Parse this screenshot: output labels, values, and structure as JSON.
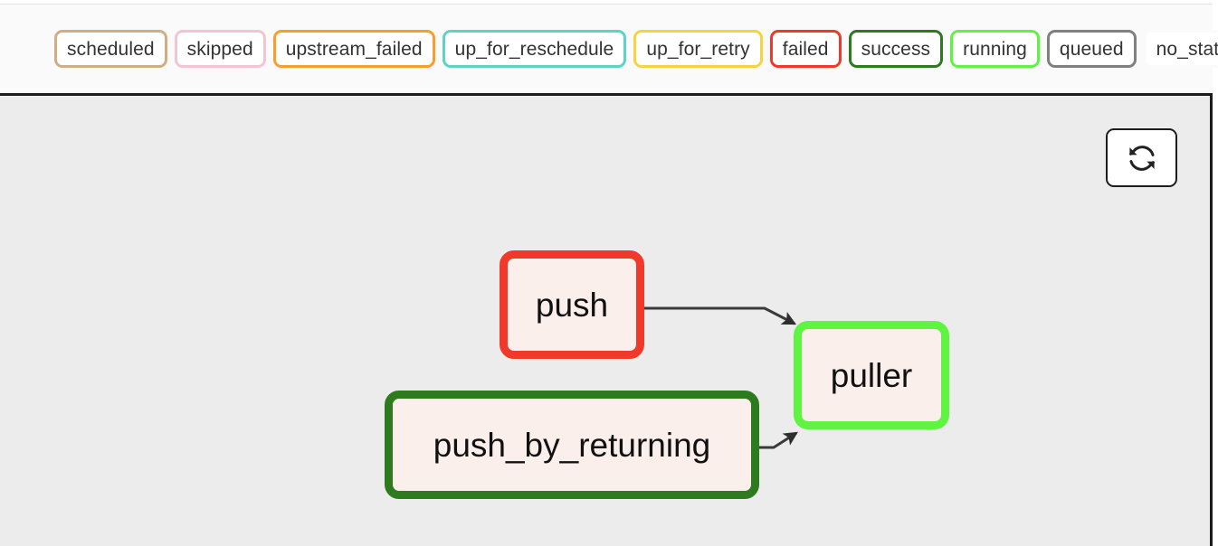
{
  "colors": {
    "canvas_background": "#ececec",
    "legend_background": "#fafafa",
    "node_fill": "#fbefeb",
    "edge_stroke": "#3a3a3a",
    "canvas_border": "#1c1c1c"
  },
  "legend": {
    "name": "task-status-legend",
    "items": [
      {
        "label": "scheduled",
        "color": "#cfae83",
        "text_color": "#333333",
        "fill": "#ffffff"
      },
      {
        "label": "skipped",
        "color": "#f5c4d2",
        "text_color": "#333333",
        "fill": "#ffffff"
      },
      {
        "label": "upstream_failed",
        "color": "#f5a02e",
        "text_color": "#333333",
        "fill": "#ffffff"
      },
      {
        "label": "up_for_reschedule",
        "color": "#5bd4c0",
        "text_color": "#333333",
        "fill": "#ffffff"
      },
      {
        "label": "up_for_retry",
        "color": "#f5d442",
        "text_color": "#333333",
        "fill": "#ffffff"
      },
      {
        "label": "failed",
        "color": "#f0392a",
        "text_color": "#333333",
        "fill": "#ffffff"
      },
      {
        "label": "success",
        "color": "#2d7a1f",
        "text_color": "#333333",
        "fill": "#ffffff"
      },
      {
        "label": "running",
        "color": "#60f442",
        "text_color": "#333333",
        "fill": "#ffffff"
      },
      {
        "label": "queued",
        "color": "#808080",
        "text_color": "#333333",
        "fill": "#ffffff"
      },
      {
        "label": "no_status",
        "color": "#fbfbfb",
        "text_color": "#333333",
        "fill": "#ffffff"
      }
    ]
  },
  "toolbar": {
    "refresh_button": {
      "icon": "refresh-icon",
      "label": ""
    }
  },
  "graph": {
    "nodes": [
      {
        "id": "push",
        "label": "push",
        "status": "failed",
        "border_color": "#f0392a",
        "fill": "#fbefeb"
      },
      {
        "id": "push_by_returning",
        "label": "push_by_returning",
        "status": "success",
        "border_color": "#2d7a1f",
        "fill": "#fbefeb"
      },
      {
        "id": "puller",
        "label": "puller",
        "status": "running",
        "border_color": "#60f442",
        "fill": "#fbefeb"
      }
    ],
    "edges": [
      {
        "from": "push",
        "to": "puller"
      },
      {
        "from": "push_by_returning",
        "to": "puller"
      }
    ]
  }
}
